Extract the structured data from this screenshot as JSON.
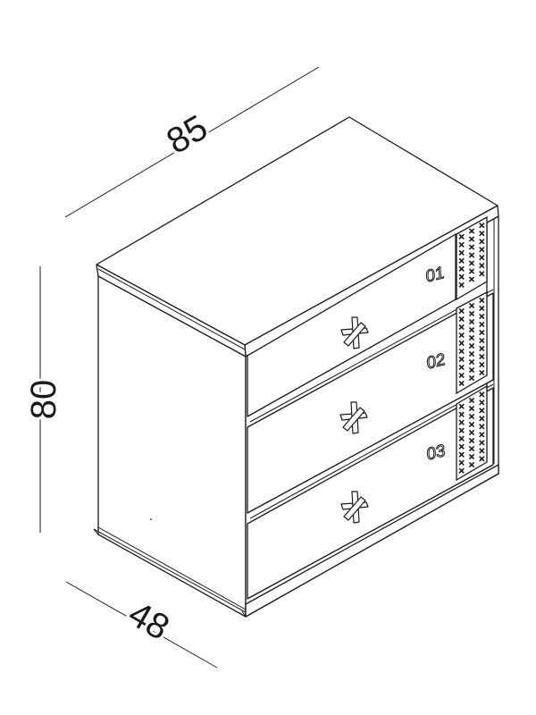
{
  "dimensions": {
    "width": "85",
    "height": "80",
    "depth": "48"
  },
  "drawers": [
    {
      "label": "01"
    },
    {
      "label": "02"
    },
    {
      "label": "03"
    }
  ]
}
